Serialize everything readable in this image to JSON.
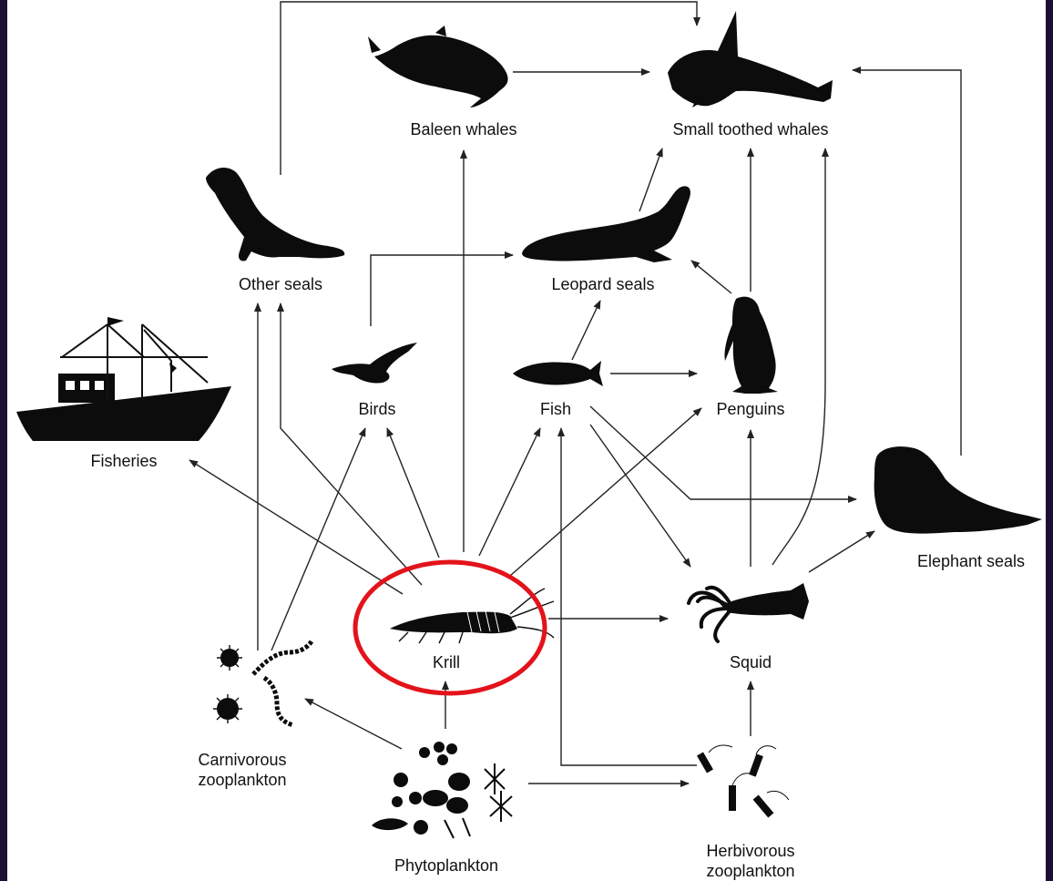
{
  "colors": {
    "background": "#1d1133",
    "panel": "#ffffff",
    "ink": "#0c0c0c",
    "highlight": "#e3131b"
  },
  "highlight": {
    "target": "krill",
    "shape": "ellipse"
  },
  "nodes": {
    "baleen_whales": "Baleen whales",
    "small_toothed_whales": "Small toothed whales",
    "other_seals": "Other seals",
    "leopard_seals": "Leopard seals",
    "birds": "Birds",
    "fish": "Fish",
    "penguins": "Penguins",
    "fisheries": "Fisheries",
    "elephant_seals": "Elephant seals",
    "krill": "Krill",
    "squid": "Squid",
    "carnivorous_zooplankton_line1": "Carnivorous",
    "carnivorous_zooplankton_line2": "zooplankton",
    "phytoplankton": "Phytoplankton",
    "herbivorous_zooplankton_line1": "Herbivorous",
    "herbivorous_zooplankton_line2": "zooplankton"
  },
  "links": [
    [
      "phytoplankton",
      "krill"
    ],
    [
      "phytoplankton",
      "carnivorous_zooplankton"
    ],
    [
      "phytoplankton",
      "herbivorous_zooplankton"
    ],
    [
      "herbivorous_zooplankton",
      "squid"
    ],
    [
      "herbivorous_zooplankton",
      "fish"
    ],
    [
      "carnivorous_zooplankton",
      "other_seals"
    ],
    [
      "carnivorous_zooplankton",
      "birds"
    ],
    [
      "krill",
      "fisheries"
    ],
    [
      "krill",
      "other_seals"
    ],
    [
      "krill",
      "birds"
    ],
    [
      "krill",
      "baleen_whales"
    ],
    [
      "krill",
      "fish"
    ],
    [
      "krill",
      "penguins"
    ],
    [
      "krill",
      "squid"
    ],
    [
      "fish",
      "leopard_seals"
    ],
    [
      "fish",
      "penguins"
    ],
    [
      "fish",
      "squid"
    ],
    [
      "fish",
      "elephant_seals"
    ],
    [
      "birds",
      "leopard_seals"
    ],
    [
      "penguins",
      "leopard_seals"
    ],
    [
      "penguins",
      "small_toothed_whales"
    ],
    [
      "leopard_seals",
      "small_toothed_whales"
    ],
    [
      "baleen_whales",
      "small_toothed_whales"
    ],
    [
      "other_seals",
      "small_toothed_whales"
    ],
    [
      "squid",
      "penguins"
    ],
    [
      "squid",
      "small_toothed_whales"
    ],
    [
      "squid",
      "elephant_seals"
    ],
    [
      "elephant_seals",
      "small_toothed_whales"
    ]
  ]
}
